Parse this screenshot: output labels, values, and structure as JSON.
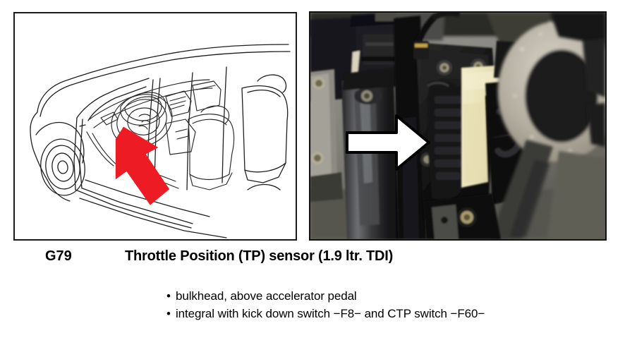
{
  "figure": {
    "caption": {
      "code": "G79",
      "text": "Throttle Position (TP) sensor (1.9 ltr. TDI)"
    },
    "notes": [
      "bulkhead, above accelerator pedal",
      "integral with kick down switch −F8− and CTP switch −F60−"
    ],
    "bullet_glyph": "•"
  },
  "panels": {
    "drawing": {
      "name": "vehicle-interior-line-drawing",
      "description": "Line drawing cutaway of car interior showing dashboard, steering wheel, seats and door sill",
      "arrow": {
        "name": "red-location-arrow",
        "direction": "up-left",
        "color": "#ED1C24"
      },
      "line_color": "#1f1f1f",
      "background": "#ffffff"
    },
    "photo": {
      "name": "throttle-position-sensor-photo",
      "description": "Photograph of footwell bulkhead showing accelerator pedal arm, TP sensor bracket and connector",
      "arrow": {
        "name": "white-location-arrow",
        "direction": "right",
        "fill": "#ffffff",
        "outline": "#000000"
      },
      "colors": {
        "carpet": "#8c8c86",
        "dark_plastic": "#141412",
        "metal_arm": "#3b3b3c",
        "connector_cream": "#ece4bd",
        "foam_ring": "#b7b1a4",
        "brass_bolt": "#9a8a52"
      }
    }
  }
}
